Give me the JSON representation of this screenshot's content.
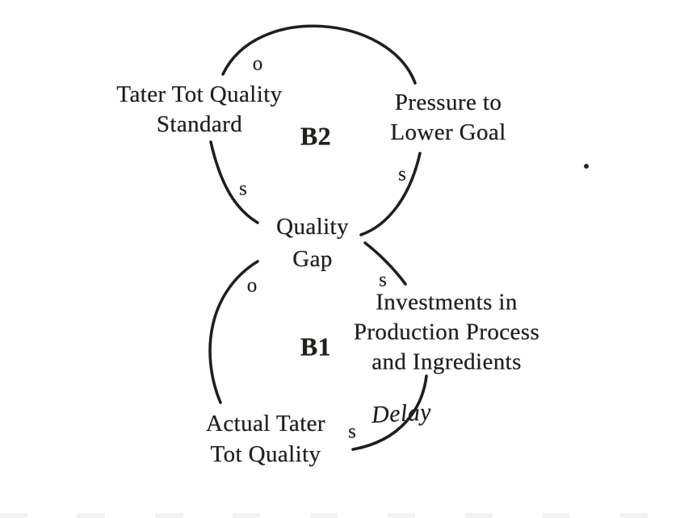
{
  "figure": {
    "type": "causal-loop-diagram",
    "background": "#ffffff",
    "ink": "#211f1c"
  },
  "nodes": {
    "standard": {
      "line1": "Tater Tot Quality",
      "line2": "Standard"
    },
    "pressure": {
      "line1": "Pressure to",
      "line2": "Lower Goal"
    },
    "gap": {
      "line1": "Quality",
      "line2": "Gap"
    },
    "investments": {
      "line1": "Investments in",
      "line2": "Production Process",
      "line3": "and Ingredients"
    },
    "actual": {
      "line1": "Actual Tater",
      "line2": "Tot Quality"
    }
  },
  "loop_labels": {
    "b2": "B2",
    "b1": "B1"
  },
  "edges": [
    {
      "from": "Pressure to Lower Goal",
      "to": "Tater Tot Quality Standard",
      "polarity": "o"
    },
    {
      "from": "Tater Tot Quality Standard",
      "to": "Quality Gap",
      "polarity": "s"
    },
    {
      "from": "Quality Gap",
      "to": "Pressure to Lower Goal",
      "polarity": "s"
    },
    {
      "from": "Quality Gap",
      "to": "Investments in Production Process and Ingredients",
      "polarity": "s"
    },
    {
      "from": "Investments in Production Process and Ingredients",
      "to": "Actual Tater Tot Quality",
      "polarity": "s",
      "delay_label": "Delay"
    },
    {
      "from": "Actual Tater Tot Quality",
      "to": "Quality Gap",
      "polarity": "o"
    }
  ]
}
